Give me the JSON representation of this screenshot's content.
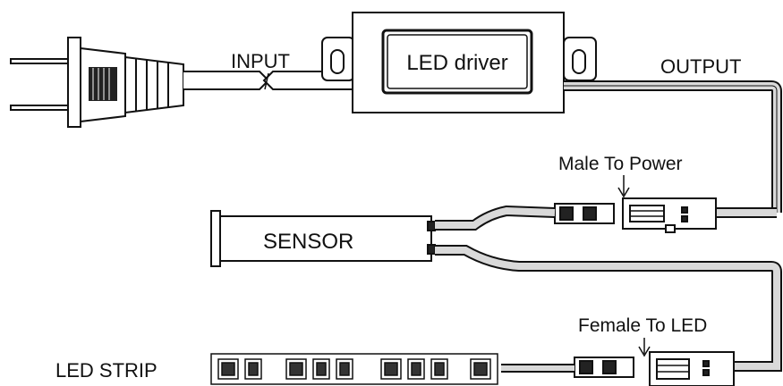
{
  "diagram": {
    "labels": {
      "input": "INPUT",
      "output": "OUTPUT",
      "driver": "LED driver",
      "male_connector": "Male To Power",
      "female_connector": "Female To LED",
      "sensor": "SENSOR",
      "strip": "LED STRIP"
    },
    "colors": {
      "line": "#111111",
      "cable_fill": "#d9d9d9",
      "background": "#ffffff"
    },
    "components": [
      {
        "icon": "plug-icon"
      },
      {
        "icon": "led-driver-box"
      },
      {
        "icon": "male-connector-icon"
      },
      {
        "icon": "sensor-icon"
      },
      {
        "icon": "female-connector-icon"
      },
      {
        "icon": "led-strip-icon"
      }
    ]
  }
}
